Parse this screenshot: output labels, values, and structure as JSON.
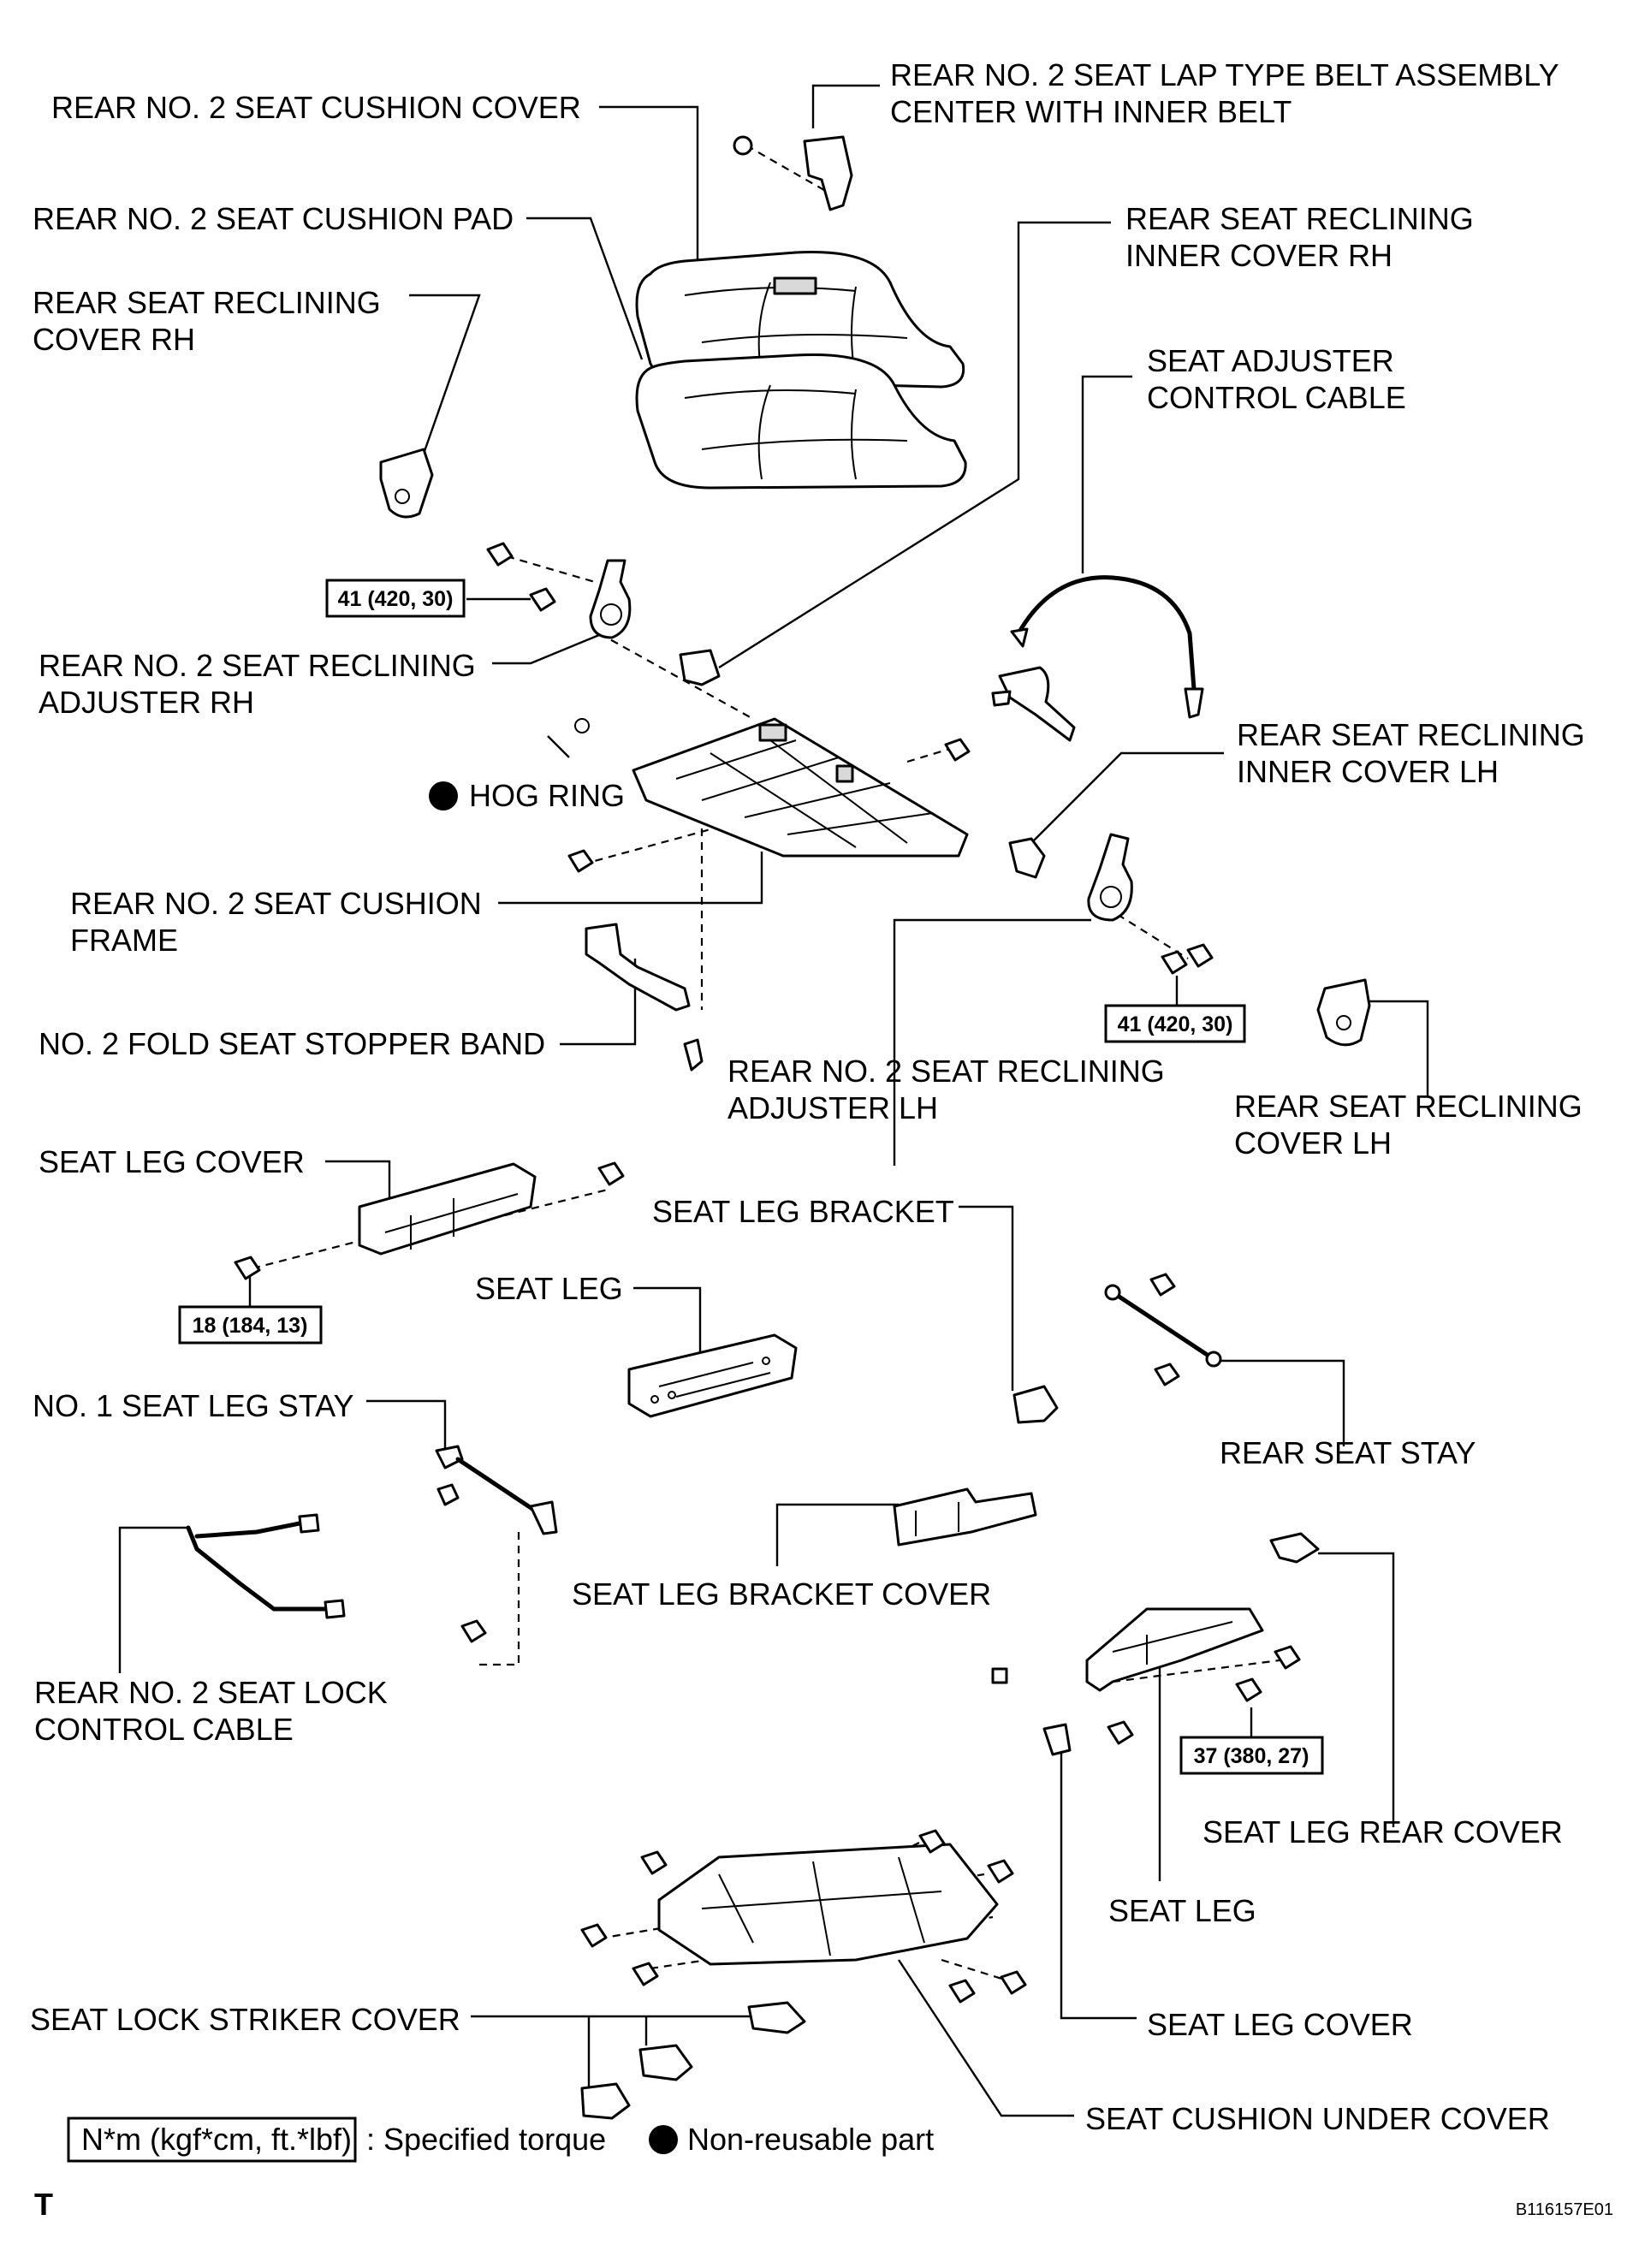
{
  "labels": {
    "rear_no2_seat_cushion_cover": "REAR NO. 2 SEAT CUSHION COVER",
    "lap_belt_line1": "REAR NO. 2 SEAT LAP TYPE BELT ASSEMBLY",
    "lap_belt_line2": "CENTER WITH INNER BELT",
    "rear_no2_seat_cushion_pad": "REAR NO. 2 SEAT CUSHION PAD",
    "reclining_inner_cover_rh_line1": "REAR SEAT RECLINING",
    "reclining_inner_cover_rh_line2": "INNER COVER RH",
    "reclining_cover_rh_line1": "REAR SEAT RECLINING",
    "reclining_cover_rh_line2": "COVER RH",
    "adjuster_cable_line1": "SEAT ADJUSTER",
    "adjuster_cable_line2": "CONTROL CABLE",
    "reclining_adjuster_rh_line1": "REAR NO. 2 SEAT RECLINING",
    "reclining_adjuster_rh_line2": "ADJUSTER RH",
    "reclining_inner_cover_lh_line1": "REAR SEAT RECLINING",
    "reclining_inner_cover_lh_line2": "INNER COVER LH",
    "hog_ring": "HOG RING",
    "cushion_frame_line1": "REAR NO. 2 SEAT CUSHION",
    "cushion_frame_line2": "FRAME",
    "stopper_band": "NO. 2 FOLD SEAT STOPPER BAND",
    "reclining_adjuster_lh_line1": "REAR NO. 2 SEAT RECLINING",
    "reclining_adjuster_lh_line2": "ADJUSTER LH",
    "reclining_cover_lh_line1": "REAR SEAT RECLINING",
    "reclining_cover_lh_line2": "COVER LH",
    "seat_leg_cover_top": "SEAT LEG COVER",
    "seat_leg_bracket": "SEAT LEG BRACKET",
    "seat_leg_top": "SEAT LEG",
    "no1_seat_leg_stay": "NO. 1 SEAT LEG STAY",
    "rear_seat_stay": "REAR SEAT STAY",
    "seat_leg_bracket_cover": "SEAT LEG BRACKET COVER",
    "lock_cable_line1": "REAR NO. 2 SEAT LOCK",
    "lock_cable_line2": "CONTROL CABLE",
    "seat_leg_rear_cover": "SEAT LEG REAR COVER",
    "seat_leg_bottom": "SEAT LEG",
    "seat_lock_striker_cover": "SEAT LOCK STRIKER COVER",
    "seat_leg_cover_bottom": "SEAT LEG COVER",
    "seat_cushion_under_cover": "SEAT CUSHION UNDER COVER"
  },
  "torques": {
    "reclining_adjuster_rh": "41 (420, 30)",
    "reclining_adjuster_lh": "41 (420, 30)",
    "seat_leg_cover": "18 (184, 13)",
    "seat_leg": "37 (380, 27)"
  },
  "legend": {
    "torque_format": "N*m (kgf*cm, ft.*lbf)",
    "torque_meaning": ": Specified torque",
    "non_reusable": "Non-reusable part"
  },
  "footer": {
    "left_mark": "T",
    "figure_id": "B116157E01"
  },
  "icons": {
    "non_reusable_marker": "filled-circle-icon"
  }
}
